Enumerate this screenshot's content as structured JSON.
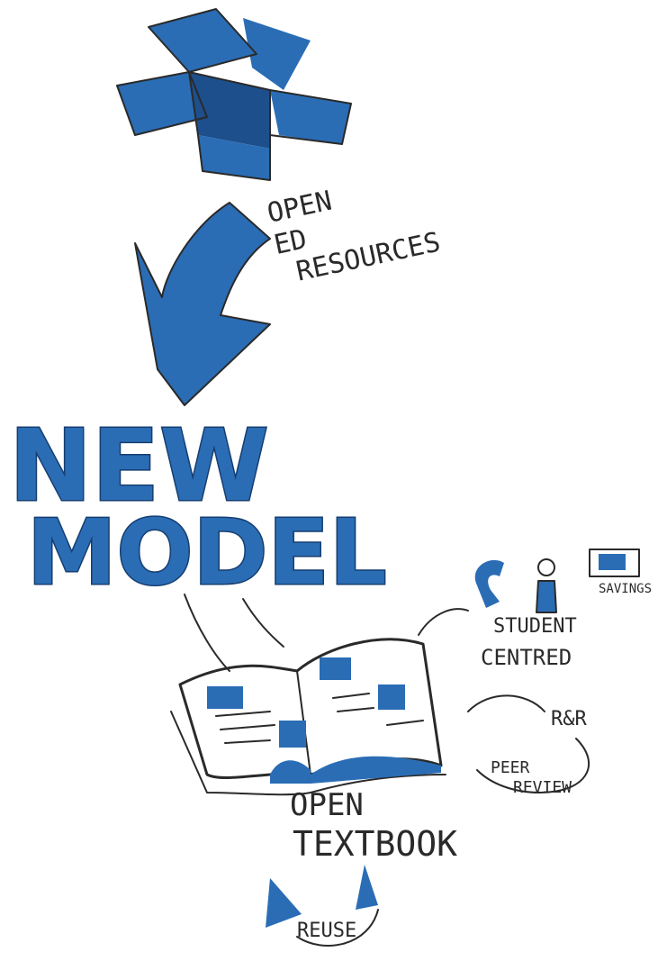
{
  "labels": {
    "oer_line1": "OPEN",
    "oer_line2": "ED",
    "oer_line3": "RESOURCES",
    "headline_line1": "NEW",
    "headline_line2": "MODEL",
    "student_line1": "STUDENT",
    "student_line2": "CENTRED",
    "savings": "SAVINGS",
    "rr": "R&R",
    "peer_line1": "PEER",
    "peer_line2": "REVIEW",
    "textbook_line1": "OPEN",
    "textbook_line2": "TEXTBOOK",
    "reuse": "REUSE"
  },
  "colors": {
    "ink": "#2a2a2a",
    "accent_blue": "#2a6db5",
    "accent_dark": "#1d4f8c",
    "background": "#ffffff"
  },
  "icons": [
    "open-box-icon",
    "down-arrow-icon",
    "open-book-icon",
    "student-figure-icon",
    "money-bill-icon",
    "cycle-arrows-icon"
  ]
}
